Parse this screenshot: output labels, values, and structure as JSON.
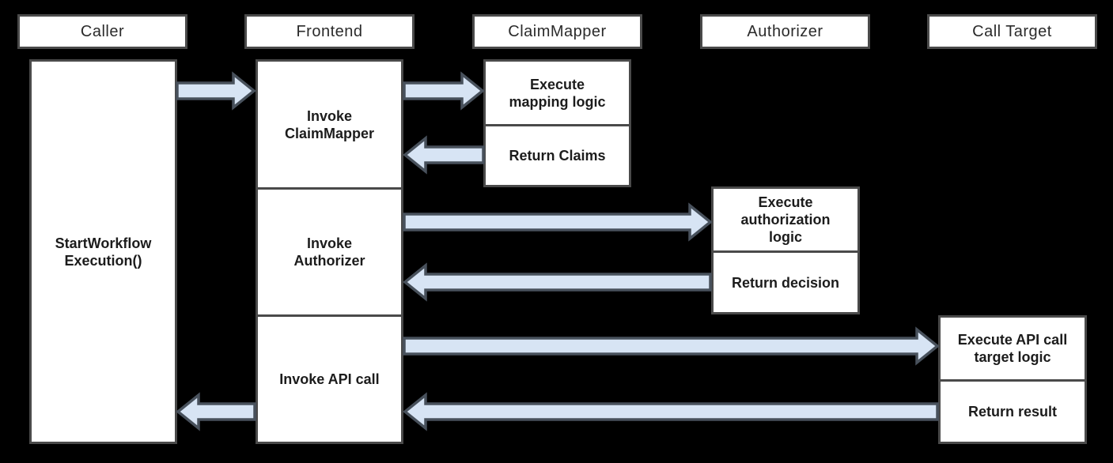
{
  "colors": {
    "background": "#000000",
    "box_fill": "#ffffff",
    "box_border": "#4a4a4a",
    "text": "#1c1c1c",
    "arrow_fill": "#d7e4f4",
    "arrow_outline": "#48515c"
  },
  "lifelines": [
    {
      "header": "Caller",
      "boxes": [
        {
          "label": "StartWorkflow\nExecution()"
        }
      ]
    },
    {
      "header": "Frontend",
      "boxes": [
        {
          "label": "Invoke\nClaimMapper"
        },
        {
          "label": "Invoke\nAuthorizer"
        },
        {
          "label": "Invoke API call"
        }
      ]
    },
    {
      "header": "ClaimMapper",
      "boxes": [
        {
          "label": "Execute\nmapping logic"
        },
        {
          "label": "Return Claims"
        }
      ]
    },
    {
      "header": "Authorizer",
      "boxes": [
        {
          "label": "Execute\nauthorization\nlogic"
        },
        {
          "label": "Return decision"
        }
      ]
    },
    {
      "header": "Call Target",
      "boxes": [
        {
          "label": "Execute API call\ntarget logic"
        },
        {
          "label": "Return result"
        }
      ]
    }
  ],
  "arrows": [
    {
      "from": "Caller",
      "to": "Frontend"
    },
    {
      "from": "Frontend",
      "to": "ClaimMapper"
    },
    {
      "from": "ClaimMapper",
      "to": "Frontend"
    },
    {
      "from": "Frontend",
      "to": "Authorizer"
    },
    {
      "from": "Authorizer",
      "to": "Frontend"
    },
    {
      "from": "Frontend",
      "to": "Call Target"
    },
    {
      "from": "Call Target",
      "to": "Frontend"
    },
    {
      "from": "Frontend",
      "to": "Caller"
    }
  ]
}
